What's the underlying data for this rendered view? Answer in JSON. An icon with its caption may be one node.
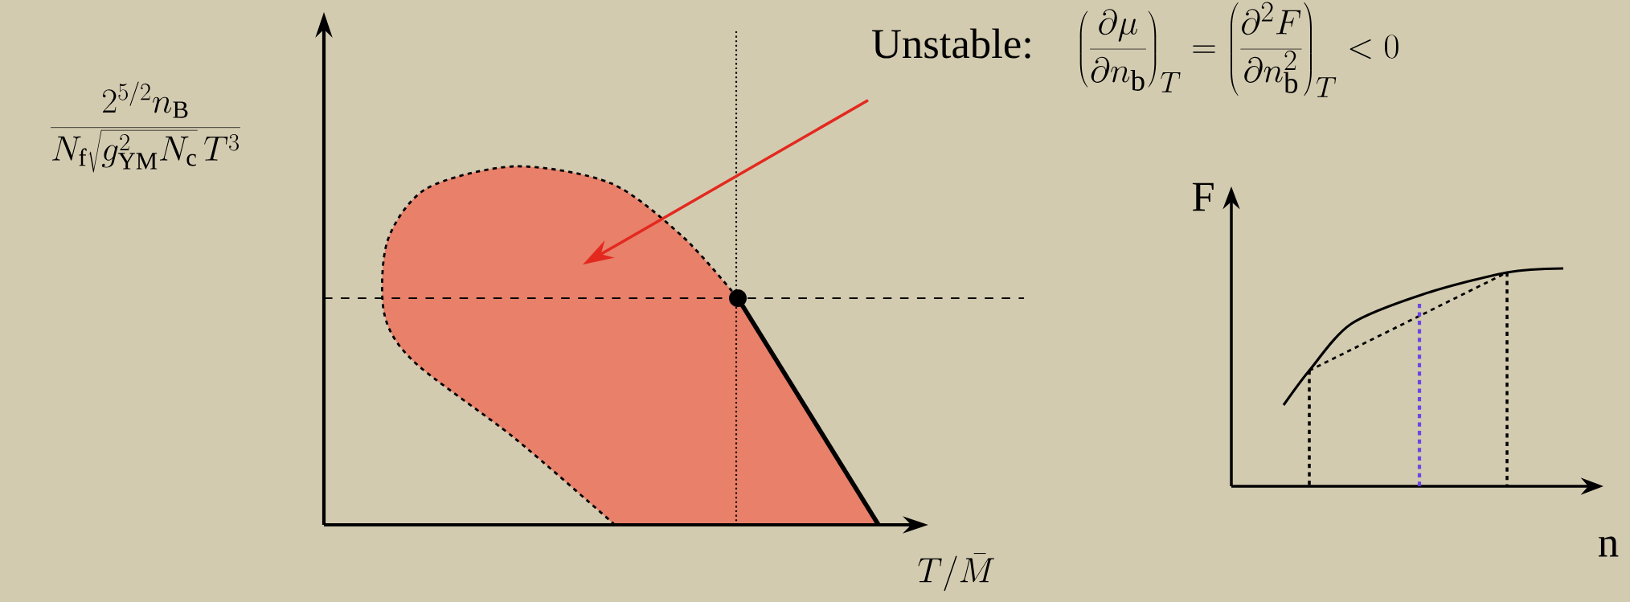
{
  "diagram": {
    "nodes": [
      {
        "text": [
          "Unstable:",
          "\\left(\\frac{\\partial\\mu}{\\partial n_{\\mathrm{b}}}\\right)_{T}=\\left(\\frac{\\partial^{2}F}{\\partial n_{\\mathrm{b}}^{2}}\\right)_{T}<0"
        ]
      },
      {
        "text": [],
        "shape": "blob"
      }
    ],
    "edges": [
      {
        "from": 0,
        "to": 1,
        "arrow": "to",
        "color": "#e3291f"
      }
    ],
    "labels": [
      "\\frac{2^{5/2}n_{\\mathrm{B}}}{N_{\\mathrm{f}}\\sqrt{g_{\\mathrm{YM}}^{2}N_{\\mathrm{c}}}\\,T^{3}}",
      "F",
      "n",
      "T/\\bar{M}"
    ]
  }
}
